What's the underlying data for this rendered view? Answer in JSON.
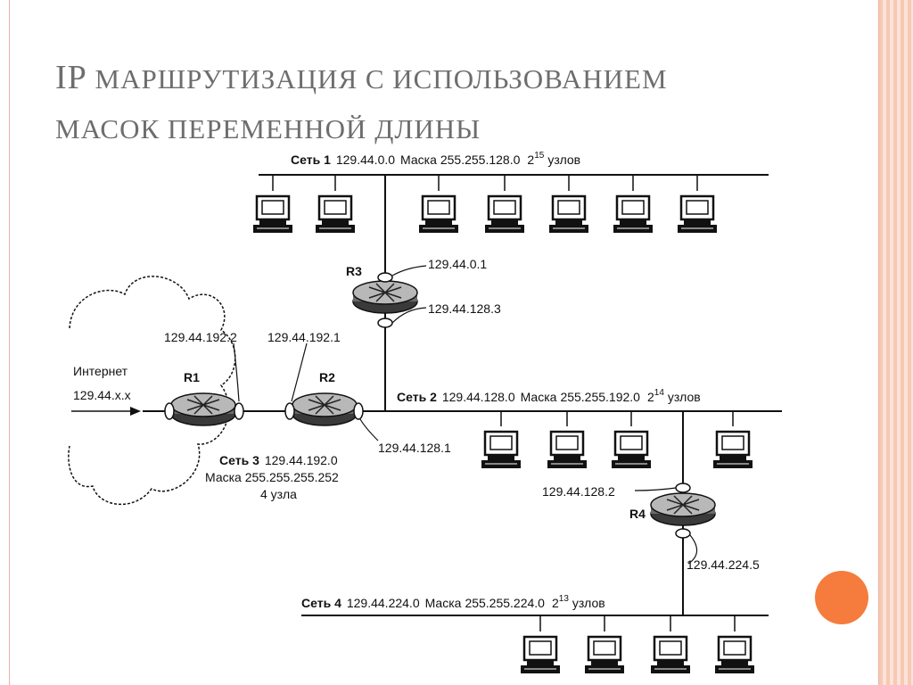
{
  "title": {
    "line1_big": "IP",
    "line1_rest": " МАРШРУТИЗАЦИЯ С ИСПОЛЬЗОВАНИЕМ",
    "line2": "МАСОК ПЕРЕМЕННОЙ ДЛИНЫ"
  },
  "colors": {
    "accent": "#f57c3c",
    "border": "#e8b4a4",
    "title": "#6d6d6d"
  },
  "diagram": {
    "internet": {
      "label": "Интернет",
      "address": "129.44.x.x"
    },
    "net1": {
      "name": "Сеть 1",
      "address": "129.44.0.0",
      "mask_label": "Маска",
      "mask": "255.255.128.0",
      "base": "2",
      "exp": "15",
      "nodes": "узлов"
    },
    "net2": {
      "name": "Сеть 2",
      "address": "129.44.128.0",
      "mask_label": "Маска",
      "mask": "255.255.192.0",
      "base": "2",
      "exp": "14",
      "nodes": "узлов"
    },
    "net3": {
      "name": "Сеть 3",
      "address": "129.44.192.0",
      "mask_line": "Маска 255.255.255.252",
      "nodes_line": "4 узла"
    },
    "net4": {
      "name": "Сеть 4",
      "address": "129.44.224.0",
      "mask_label": "Маска",
      "mask": "255.255.224.0",
      "base": "2",
      "exp": "13",
      "nodes": "узлов"
    },
    "routers": {
      "r1": {
        "label": "R1",
        "if_out": "129.44.192.2"
      },
      "r2": {
        "label": "R2",
        "if_net3": "129.44.192.1",
        "if_net2": "129.44.128.1"
      },
      "r3": {
        "label": "R3",
        "if_net1": "129.44.0.1",
        "if_net2": "129.44.128.3"
      },
      "r4": {
        "label": "R4",
        "if_net2": "129.44.128.2",
        "if_net4": "129.44.224.5"
      }
    }
  }
}
